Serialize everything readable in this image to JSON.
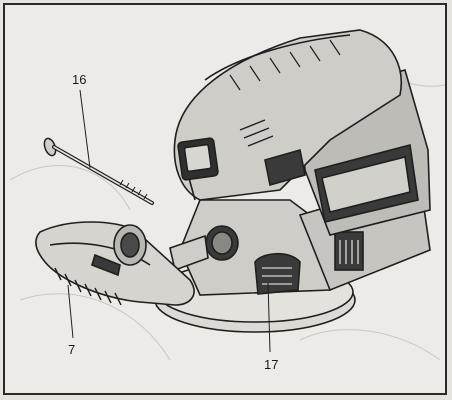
{
  "callouts": {
    "part_16": "16",
    "part_7": "7",
    "part_17": "17"
  },
  "colors": {
    "background": "#ecebe7",
    "line": "#1f1f1f",
    "body_fill": "#d2d0cb",
    "dark_fill": "#3a3a3a"
  }
}
